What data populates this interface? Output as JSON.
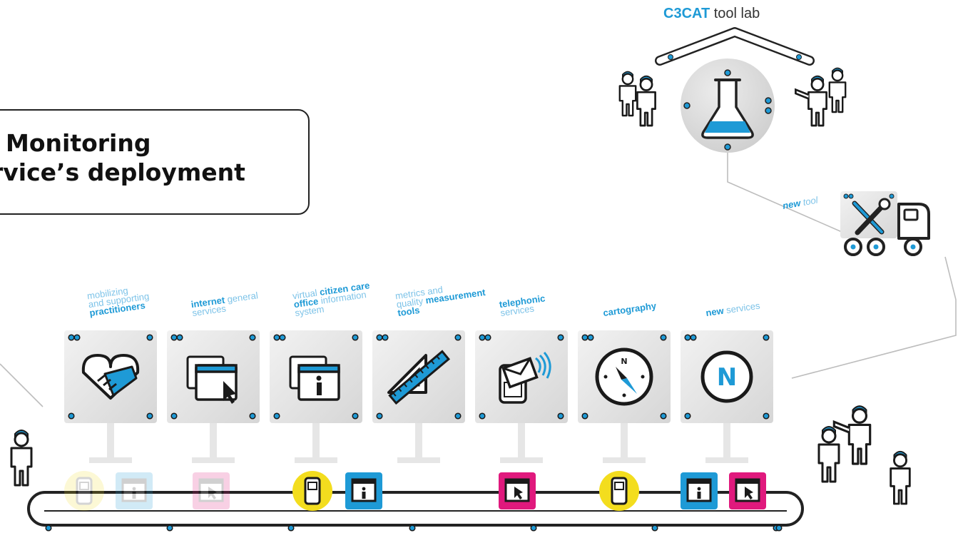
{
  "tool_lab": {
    "brand": "C3CAT",
    "label": "tool lab",
    "accent": "#1e9ad6"
  },
  "title": {
    "line1": "Monitoring",
    "line2": "rvice’s deployment"
  },
  "truck_label": {
    "emph": "new",
    "rest": " tool"
  },
  "stations": [
    {
      "icon": "handshake-icon",
      "lines": [
        [
          "mobilizing"
        ],
        [
          "and supporting"
        ],
        [
          "practitioners",
          true
        ]
      ]
    },
    {
      "icon": "browser-cursor-icon",
      "lines": [
        [
          "internet",
          true,
          " general"
        ],
        [
          "services"
        ]
      ]
    },
    {
      "icon": "browser-info-icon",
      "lines": [
        [
          "virtual ",
          false,
          "citizen care",
          true
        ],
        [
          "office",
          true,
          " information"
        ],
        [
          "system"
        ]
      ]
    },
    {
      "icon": "ruler-square-icon",
      "lines": [
        [
          "metrics and"
        ],
        [
          "quality ",
          false,
          "measurement",
          true
        ],
        [
          "tools",
          true
        ]
      ]
    },
    {
      "icon": "phone-mail-icon",
      "lines": [
        [
          "telephonic",
          true
        ],
        [
          "services"
        ]
      ]
    },
    {
      "icon": "compass-icon",
      "lines": [
        [
          "cartography",
          true
        ]
      ]
    },
    {
      "icon": "new-service-icon",
      "lines": [
        [
          "new",
          true,
          " services"
        ]
      ]
    }
  ],
  "new_icon_letter": "N",
  "compass_letter": "N",
  "colors": {
    "blue": "#1e9ad6",
    "magenta": "#e0197d",
    "yellow": "#f3dd1e",
    "grey": "#d9d9d9",
    "ink": "#1a1a1a"
  }
}
